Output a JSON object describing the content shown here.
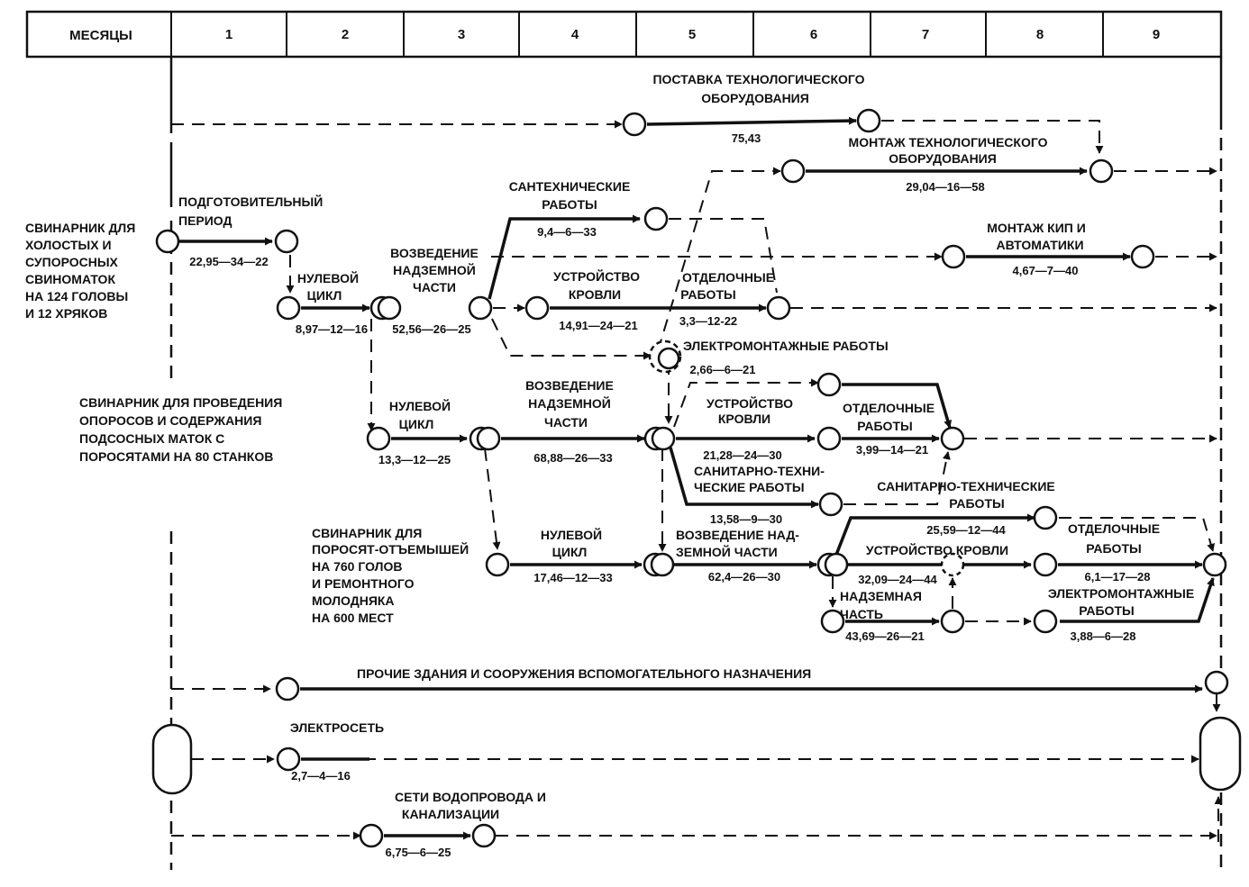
{
  "header": {
    "months_label": "МЕСЯЦЫ",
    "months": [
      "1",
      "2",
      "3",
      "4",
      "5",
      "6",
      "7",
      "8",
      "9"
    ]
  },
  "objects": {
    "pigsty_1": [
      "СВИНАРНИК ДЛЯ",
      "ХОЛОСТЫХ    И",
      "СУПОРОСНЫХ",
      "СВИНОМАТОК",
      "НА    124 ГОЛОВЫ",
      "И  12    ХРЯКОВ"
    ],
    "pigsty_2": [
      "СВИНАРНИК  ДЛЯ  ПРОВЕДЕНИЯ",
      "ОПОРОСОВ    И СОДЕРЖАНИЯ",
      "ПОДСОСНЫХ  МАТОК    С",
      "ПОРОСЯТАМИ  НА  80   СТАНКОВ"
    ],
    "pigsty_3": [
      "СВИНАРНИК ДЛЯ",
      "ПОРОСЯТ-ОТЪЕМЫШЕЙ",
      "НА   760    ГОЛОВ",
      "И    РЕМОНТНОГО",
      "МОЛОДНЯКА",
      "НА    600    МЕСТ"
    ]
  },
  "works": {
    "equip_supply": [
      "ПОСТАВКА  ТЕХНОЛОГИЧЕСКОГО",
      "ОБОРУДОВАНИЯ"
    ],
    "equip_supply_val": "75,43",
    "equip_mount": [
      "МОНТАЖ ТЕХНОЛОГИЧЕСКОГО",
      "ОБОРУДОВАНИЯ"
    ],
    "equip_mount_val": "29,04—16—58",
    "prep": [
      "ПОДГОТОВИТЕЛЬНЫЙ",
      "ПЕРИОД"
    ],
    "prep_val": "22,95—34—22",
    "zero1": [
      "НУЛЕВОЙ",
      "ЦИКЛ"
    ],
    "zero1_val": "8,97—12—16",
    "above1": [
      "ВОЗВЕДЕНИЕ",
      "НАДЗЕМНОЙ",
      "ЧАСТИ"
    ],
    "above1_val": "52,56—26—25",
    "sanit1": [
      "САНТЕХНИЧЕСКИЕ",
      "РАБОТЫ"
    ],
    "sanit1_val": "9,4—6—33",
    "roof1": [
      "УСТРОЙСТВО",
      "КРОВЛИ"
    ],
    "roof1_val": "14,91—24—21",
    "finish1": [
      "ОТДЕЛОЧНЫЕ",
      "РАБОТЫ"
    ],
    "finish1_val": "3,3—12-22",
    "kip": [
      "МОНТАЖ   КИП    И",
      "АВТОМАТИКИ"
    ],
    "kip_val": "4,67—7—40",
    "elec1": "ЭЛЕКТРОМОНТАЖНЫЕ  РАБОТЫ",
    "elec1_val": "2,66—6—21",
    "zero2": [
      "НУЛЕВОЙ",
      "ЦИКЛ"
    ],
    "zero2_val": "13,3—12—25",
    "above2": [
      "ВОЗВЕДЕНИЕ",
      "НАДЗЕМНОЙ",
      "ЧАСТИ"
    ],
    "above2_val": "68,88—26—33",
    "roof2": [
      "УСТРОЙСТВО",
      "КРОВЛИ"
    ],
    "roof2_val": "21,28—24—30",
    "finish2": [
      "ОТДЕЛОЧНЫЕ",
      "РАБОТЫ"
    ],
    "finish2_val": "3,99—14—21",
    "sanit2": [
      "САНИТАРНО-ТЕХНИ-",
      "ЧЕСКИЕ РАБОТЫ"
    ],
    "sanit2_val": "13,58—9—30",
    "sanit3": [
      "САНИТАРНО-ТЕХНИЧЕСКИЕ",
      "РАБОТЫ"
    ],
    "sanit3_val": "25,59—12—44",
    "zero3": [
      "НУЛЕВОЙ",
      "ЦИКЛ"
    ],
    "zero3_val": "17,46—12—33",
    "above3": [
      "ВОЗВЕДЕНИЕ  НАД-",
      "ЗЕМНОЙ ЧАСТИ"
    ],
    "above3_val": "62,4—26—30",
    "roof3": "УСТРОЙСТВО КРОВЛИ",
    "roof3_val": "32,09—24—44",
    "finish3": [
      "ОТДЕЛОЧНЫЕ",
      "РАБОТЫ"
    ],
    "finish3_val": "6,1—17—28",
    "above3b": [
      "НАДЗЕМНАЯ",
      "ЧАСТЬ"
    ],
    "above3b_val": "43,69—26—21",
    "elec3": [
      "ЭЛЕКТРОМОНТАЖНЫЕ",
      "РАБОТЫ"
    ],
    "elec3_val": "3,88—6—28",
    "other": "ПРОЧИЕ  ЗДАНИЯ   И    СООРУЖЕНИЯ  ВСПОМОГАТЕЛЬНОГО  НАЗНАЧЕНИЯ",
    "power": "ЭЛЕКТРОСЕТЬ",
    "power_val": "2,7—4—16",
    "water": [
      "СЕТИ ВОДОПРОВОДА   И",
      "КАНАЛИЗАЦИИ"
    ],
    "water_val": "6,75—6—25"
  }
}
